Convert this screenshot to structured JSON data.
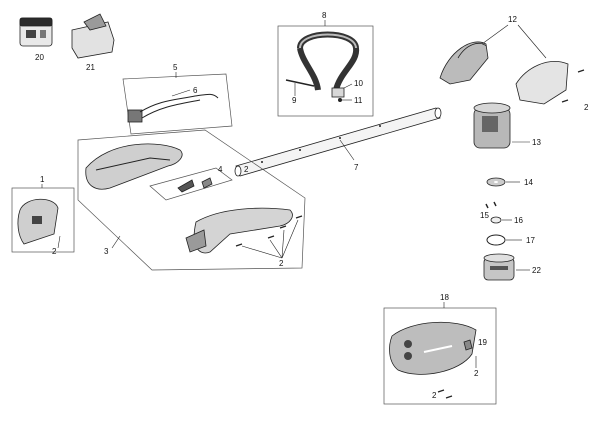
{
  "callouts": {
    "c1": "1",
    "c2a": "2",
    "c2b": "2",
    "c2c": "2",
    "c2d": "2",
    "c2e": "2",
    "c3": "3",
    "c4": "4",
    "c5": "5",
    "c6": "6",
    "c7": "7",
    "c8": "8",
    "c9": "9",
    "c10": "10",
    "c11": "11",
    "c12": "12",
    "c13": "13",
    "c14": "14",
    "c15": "15",
    "c16": "16",
    "c17": "17",
    "c18": "18",
    "c19": "19",
    "c20": "20",
    "c21": "21",
    "c22": "22"
  }
}
